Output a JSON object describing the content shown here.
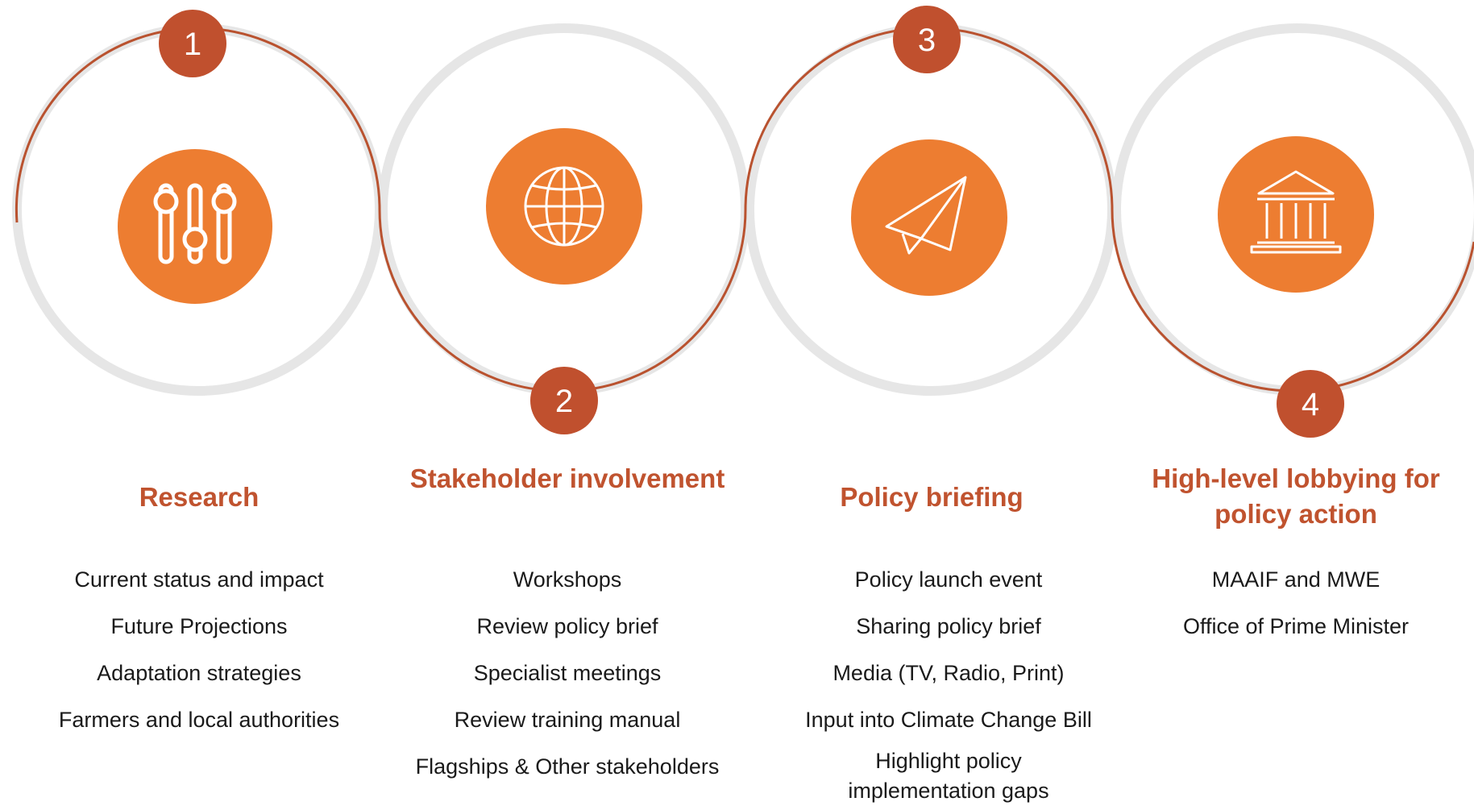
{
  "stages": [
    {
      "number": "1",
      "title": "Research",
      "icon": "sliders-icon",
      "items": [
        "Current status and impact",
        "Future Projections",
        "Adaptation strategies",
        "Farmers and local authorities"
      ]
    },
    {
      "number": "2",
      "title": "Stakeholder involvement",
      "icon": "globe-icon",
      "items": [
        "Workshops",
        "Review policy brief",
        "Specialist meetings",
        "Review training manual",
        "Flagships & Other stakeholders"
      ]
    },
    {
      "number": "3",
      "title": "Policy briefing",
      "icon": "paper-plane-icon",
      "items": [
        "Policy launch event",
        "Sharing policy brief",
        "Media (TV, Radio, Print)",
        "Input into Climate Change Bill",
        "Highlight policy implementation gaps"
      ]
    },
    {
      "number": "4",
      "title": "High-level lobbying for policy action",
      "icon": "government-building-icon",
      "items": [
        "MAAIF and MWE",
        "Office of Prime Minister"
      ]
    }
  ],
  "colors": {
    "ring": "#E6E6E6",
    "arc": "#B9522F",
    "badge": "#C0502E",
    "icon_circle": "#ED7D31",
    "title": "#C0532F",
    "text": "#1a1a1a"
  }
}
